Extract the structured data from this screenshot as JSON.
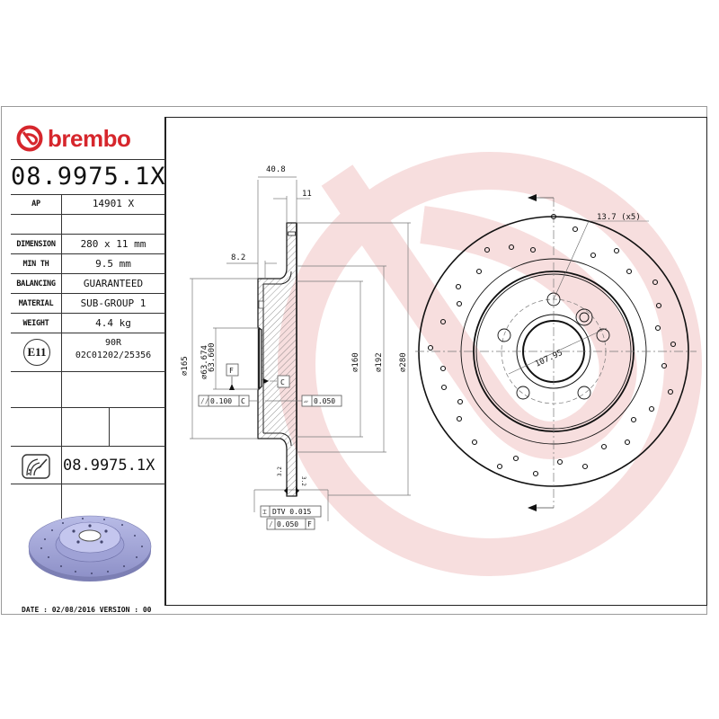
{
  "brand": {
    "name": "brembo",
    "color": "#d6262c",
    "logo_icon": "brembo-logo-icon"
  },
  "part": {
    "number": "08.9975.1X"
  },
  "specs": [
    {
      "label": "AP",
      "value": "14901 X"
    },
    {
      "label": "",
      "value": ""
    },
    {
      "label": "DIMENSION",
      "value": "280 x 11 mm"
    },
    {
      "label": "MIN TH",
      "value": "9.5 mm"
    },
    {
      "label": "BALANCING",
      "value": "GUARANTEED"
    },
    {
      "label": "MATERIAL",
      "value": "SUB-GROUP 1"
    },
    {
      "label": "WEIGHT",
      "value": "4.4 kg"
    }
  ],
  "homologation": {
    "mark": "E11",
    "line1": "90R",
    "line2": "02C01202/25356"
  },
  "product_line": {
    "icon": "xtra-disc-icon",
    "part_number": "08.9975.1X"
  },
  "footer": {
    "text": "DATE : 02/08/2016 VERSION : 00"
  },
  "drawing": {
    "watermark_color": "#f6d9d9",
    "section": {
      "dim_overall_width": "40.8",
      "dim_thickness": "11",
      "dim_hub_offset": "8.2",
      "dim_hub_dia": "⌀165",
      "dim_center_bore_max": "⌀63.674",
      "dim_center_bore_min": "63.600",
      "dim_inner_dia": "⌀160",
      "dim_hat_dia": "⌀192",
      "dim_outer_dia": "⌀280",
      "datum_f": "F",
      "datum_c": "C",
      "tol_parallelism": {
        "symbol": "//",
        "value": "0.100",
        "datum": "C"
      },
      "tol_flatness": {
        "symbol": "▱",
        "value": "0.050"
      },
      "tol_dtv": {
        "symbol": "⌶",
        "value": "DTV 0.015"
      },
      "tol_runout": {
        "symbol": "/",
        "value": "0.050",
        "datum": "F"
      },
      "surface_finish_left": "3.2",
      "surface_finish_right": "3.2"
    },
    "front_view": {
      "bolt_hole_dim": "13.7 (x5)",
      "pcd_dim": "107.95"
    }
  }
}
